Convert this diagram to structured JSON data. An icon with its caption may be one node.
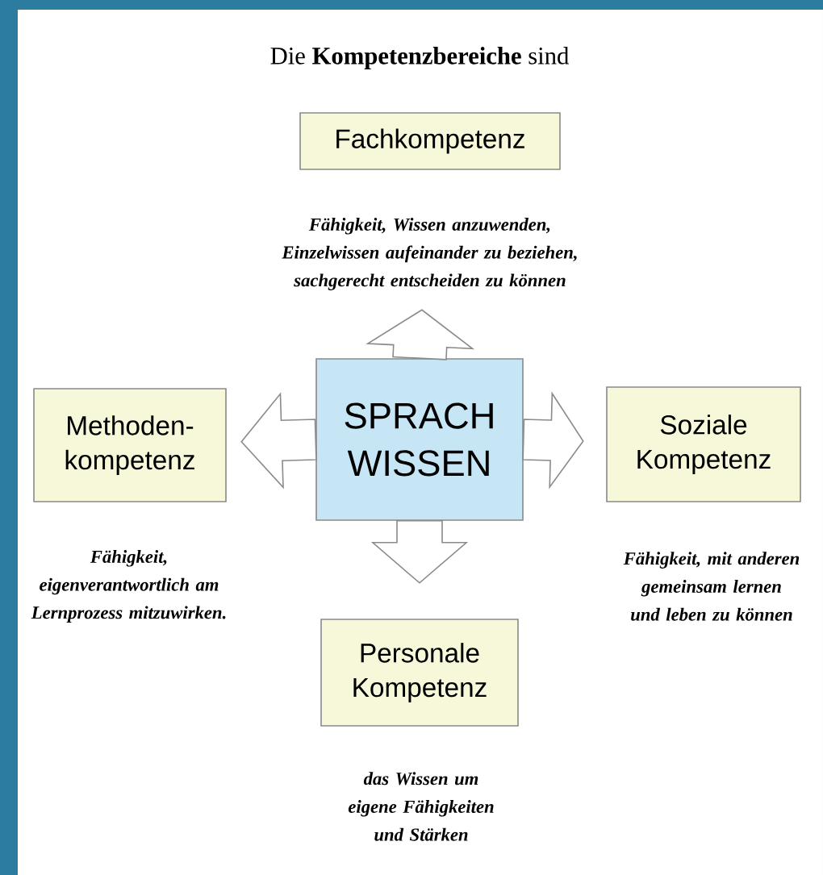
{
  "diagram": {
    "title": "Die **Kompetenzbereiche** sind",
    "nodes": [
      {
        "text": [
          "Fachkompetenz"
        ],
        "beside": [
          "Fähigkeit, Wissen anzuwenden, Einzelwissen aufeinander zu beziehen, sachgerecht entscheiden zu können"
        ]
      },
      {
        "text": [
          "SPRACH WISSEN"
        ]
      },
      {
        "text": [
          "Methoden- kompetenz"
        ],
        "beside": [
          "Fähigkeit, eigenverantwortlich am Lernprozess mitzuwirken."
        ]
      },
      {
        "text": [
          "Soziale Kompetenz"
        ],
        "beside": [
          "Fähigkeit, mit anderen gemeinsam lernen und leben zu können"
        ]
      },
      {
        "text": [
          "Personale Kompetenz"
        ],
        "beside": [
          "das Wissen um eigene Fähigkeiten und Stärken"
        ]
      }
    ],
    "edges": [
      {
        "from": 1,
        "to": 0,
        "arrow": "to"
      },
      {
        "from": 1,
        "to": 2,
        "arrow": "to"
      },
      {
        "from": 1,
        "to": 3,
        "arrow": "to"
      },
      {
        "from": 1,
        "to": 4,
        "arrow": "to"
      }
    ]
  }
}
